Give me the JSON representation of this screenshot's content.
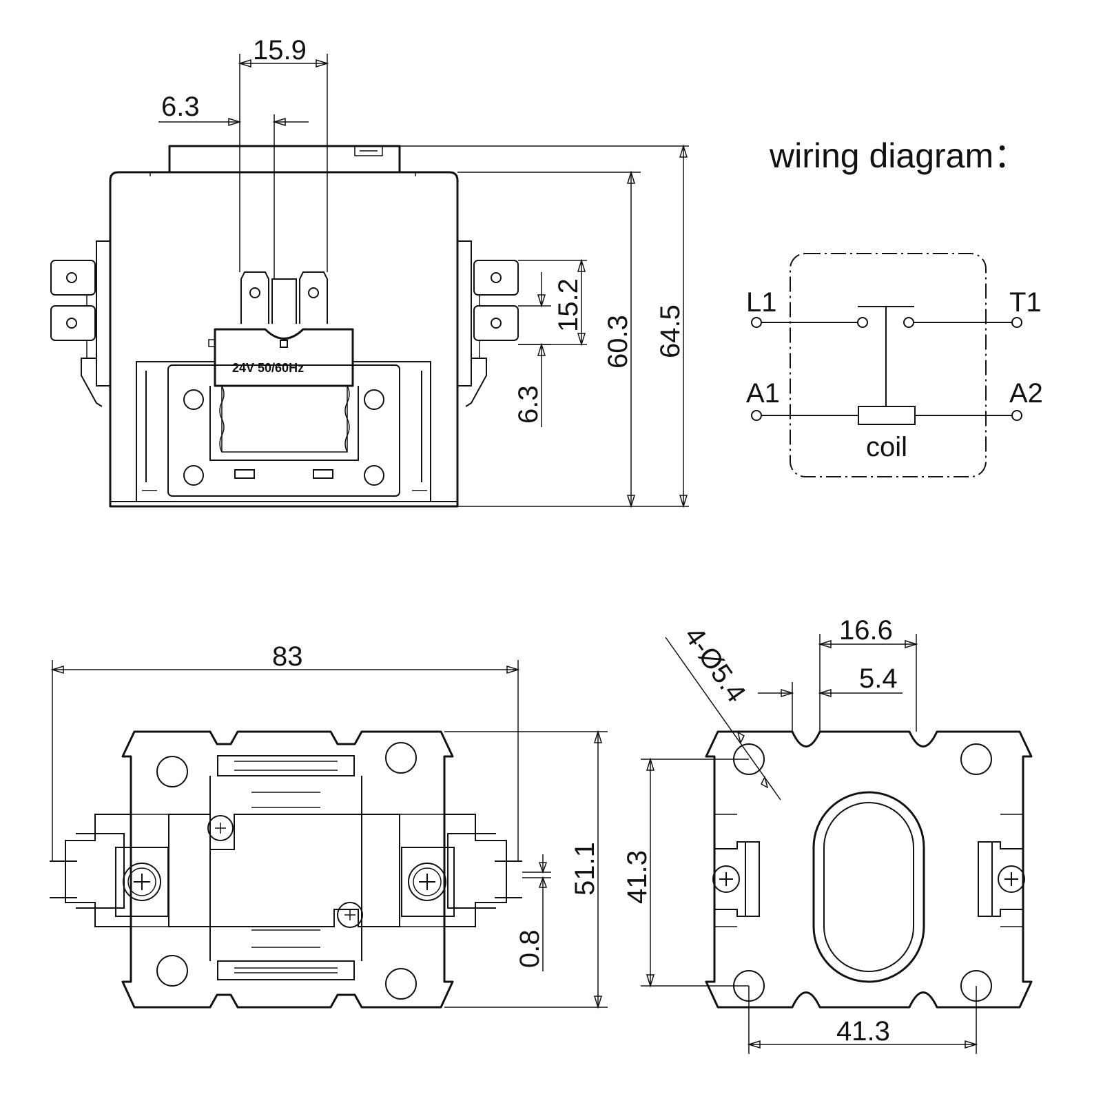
{
  "front_view": {
    "coil_label": "24V  50/60Hz",
    "dims": {
      "top_width": "15.9",
      "tab_width": "6.3",
      "terminal_pitch": "15.2",
      "terminal_width": "6.3",
      "body_height": "60.3",
      "total_height": "64.5"
    }
  },
  "wiring": {
    "title": "wiring diagram：",
    "terminals": {
      "l1": "L1",
      "t1": "T1",
      "a1": "A1",
      "a2": "A2"
    },
    "coil": "coil"
  },
  "bottom_view": {
    "dims": {
      "length": "83",
      "width": "51.1",
      "gap": "0.8"
    }
  },
  "base_view": {
    "dims": {
      "slot_pitch": "16.6",
      "slot_width": "5.4",
      "hole_spec": "4-Ø5.4",
      "hole_pitch_v": "41.3",
      "hole_pitch_h": "41.3"
    }
  }
}
